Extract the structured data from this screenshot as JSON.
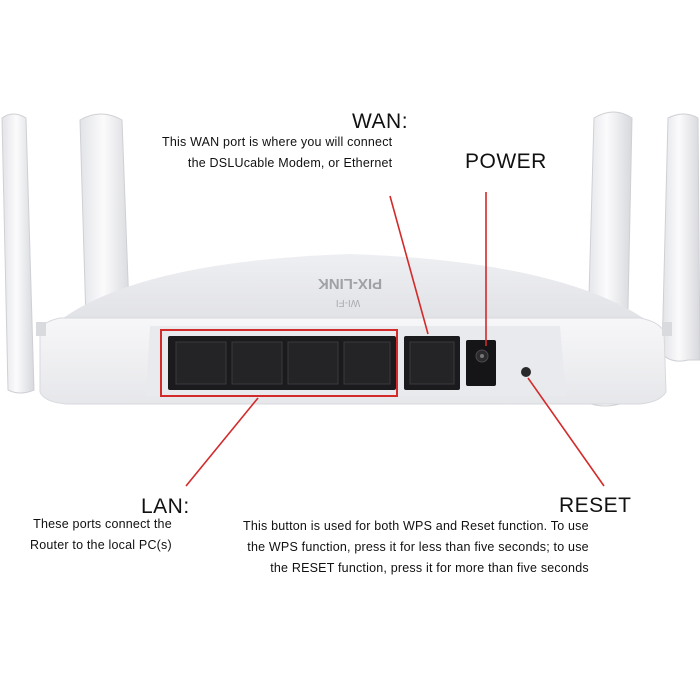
{
  "wan": {
    "heading": "WAN:",
    "desc_line1": "This WAN port is where you will connect",
    "desc_line2": "the DSLUcable Modem, or Ethernet"
  },
  "power": {
    "heading": "POWER"
  },
  "lan": {
    "heading": "LAN:",
    "desc_line1": "These ports connect the",
    "desc_line2": "Router to the local PC(s)"
  },
  "reset": {
    "heading": "RESET",
    "desc_line1": "This button is used for both WPS and Reset function. To use",
    "desc_line2": "the WPS function, press it for less than five seconds; to use",
    "desc_line3": "the RESET function, press it for more than five seconds"
  },
  "device": {
    "brand_text": "PIX-LINK",
    "model_text": "WI-FI"
  },
  "colors": {
    "annotation_red": "#d32a2a",
    "body_white": "#f1f1f3",
    "port_black": "#1b1b1d"
  }
}
